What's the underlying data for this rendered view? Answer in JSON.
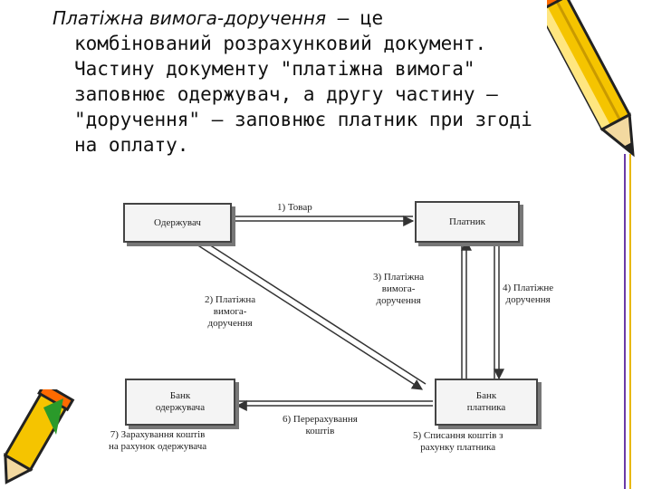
{
  "text": {
    "line1_italic": "Платіжна вимога-доручення",
    "line1_rest": " — це",
    "line2": "комбінований розрахунковий документ.",
    "line3": "Частину документу \"платіжна вимога\"",
    "line4": "заповнює одержувач, а другу частину —",
    "line5": "\"доручення\" — заповнює платник при згоді",
    "line6": "на оплату."
  },
  "diagram": {
    "nodes": {
      "receiver": "Одержувач",
      "payer": "Платник",
      "receiver_bank": "Банк\nодержувача",
      "payer_bank": "Банк\nплатника"
    },
    "edges": {
      "e1": "1) Товар",
      "e2": "2) Платіжна\nвимога-\nдоручення",
      "e3": "3) Платіжна\nвимога-\nдоручення",
      "e4": "4) Платіжне\nдоручення",
      "e5": "5) Списання коштів з\nрахунку платника",
      "e6": "6) Перерахування\nкоштів",
      "e7": "7) Зарахування коштів\nна рахунок одержувача"
    }
  },
  "decorations": [
    "pencil-icon",
    "pencil-icon"
  ]
}
